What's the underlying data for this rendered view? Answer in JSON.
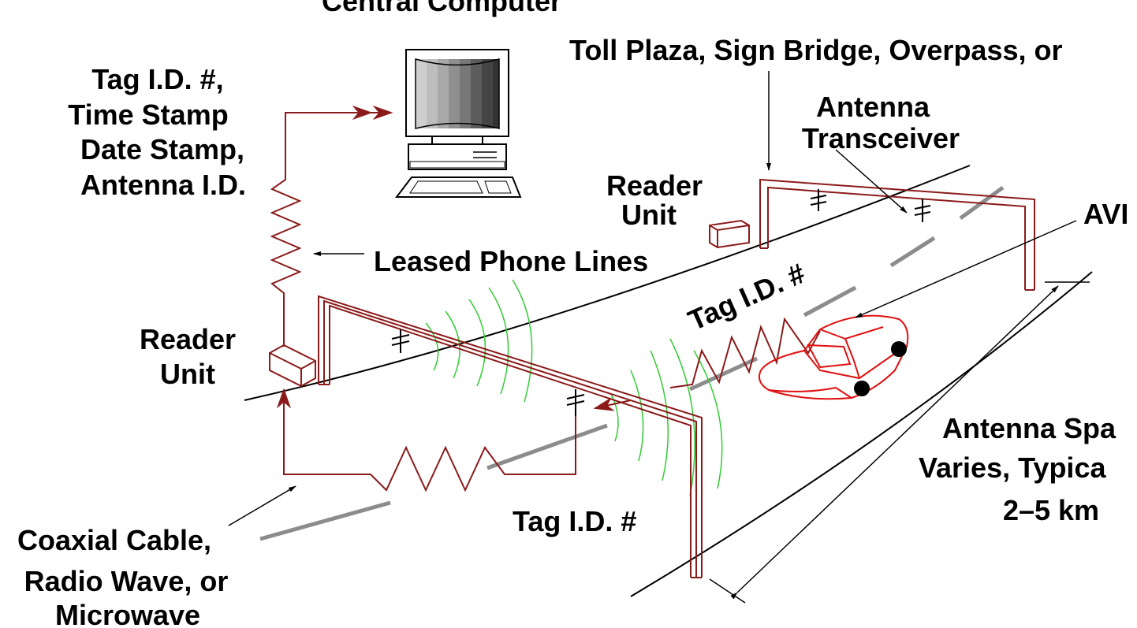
{
  "labels": {
    "central_computer": "Central Computer",
    "toll_plaza": "Toll Plaza, Sign Bridge, Overpass, or",
    "tag_info_1": "Tag I.D. #,",
    "tag_info_2": "Time Stamp",
    "tag_info_3": "Date Stamp,",
    "tag_info_4": "Antenna I.D.",
    "antenna_1": "Antenna",
    "antenna_2": "Transceiver",
    "reader_far_1": "Reader",
    "reader_far_2": "Unit",
    "avi": "AVI",
    "leased_lines": "Leased Phone Lines",
    "reader_near_1": "Reader",
    "reader_near_2": "Unit",
    "tag_id_road": "Tag I.D. #",
    "tag_id_bottom": "Tag I.D. #",
    "spacing_1": "Antenna Spa",
    "spacing_2": "Varies, Typica",
    "spacing_3": "2–5 km",
    "coax_1": "Coaxial Cable,",
    "coax_2": "Radio Wave, or",
    "coax_3": "Microwave"
  },
  "colors": {
    "line": "#000000",
    "cable": "#8b1a1a",
    "signal": "#33cc33",
    "vehicle": "#e01010",
    "lane": "#8c8c8c"
  }
}
